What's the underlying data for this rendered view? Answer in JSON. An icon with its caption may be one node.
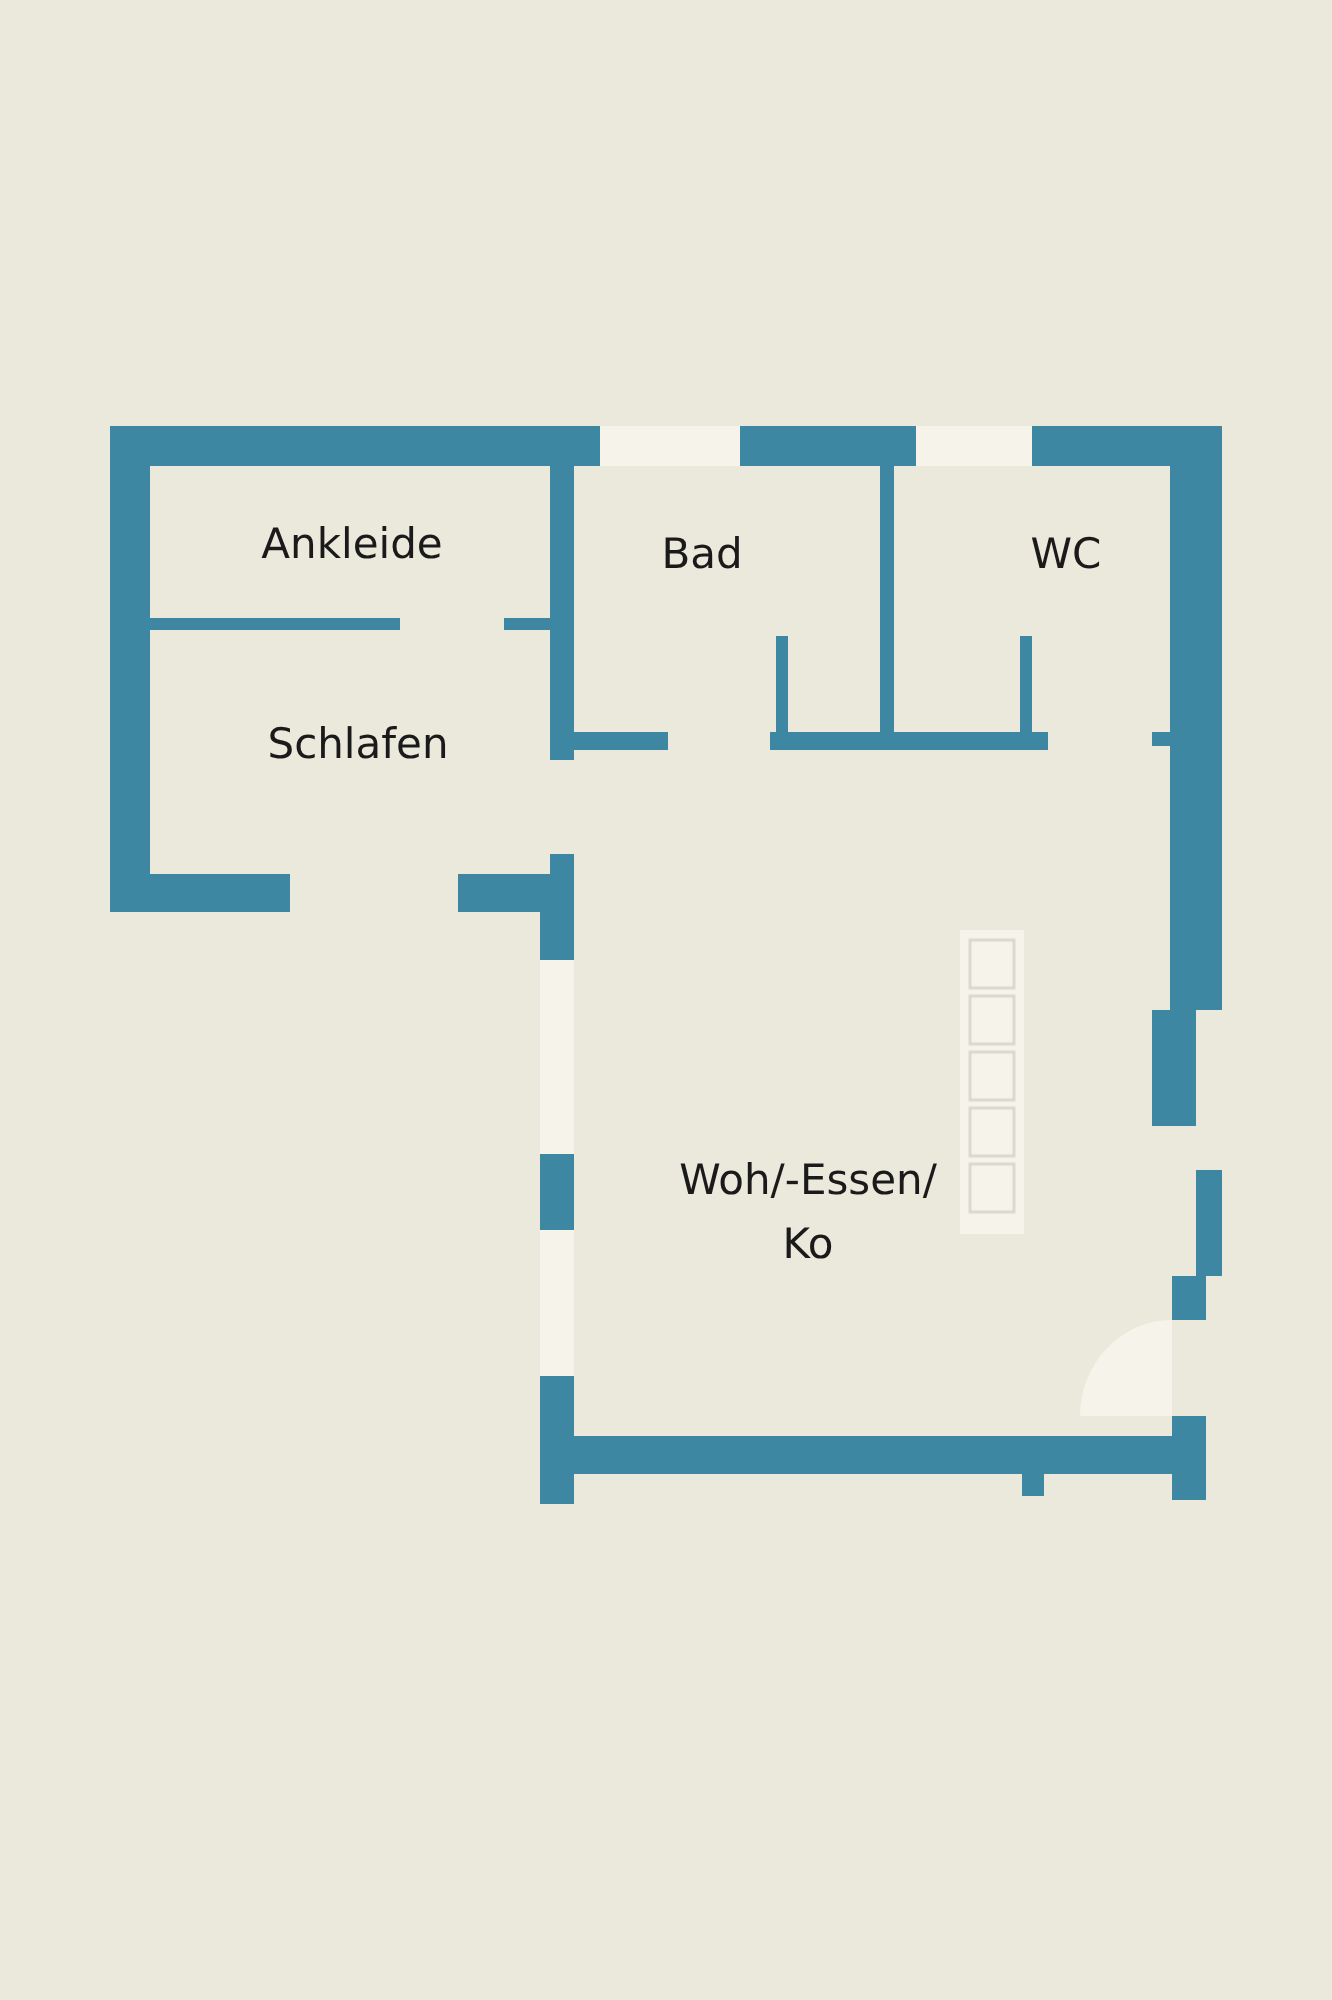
{
  "diagram": {
    "labels": [
      "Ankleide",
      "Bad",
      "WC",
      "Schlafen",
      "Woh/-Essen/ Ko"
    ]
  }
}
